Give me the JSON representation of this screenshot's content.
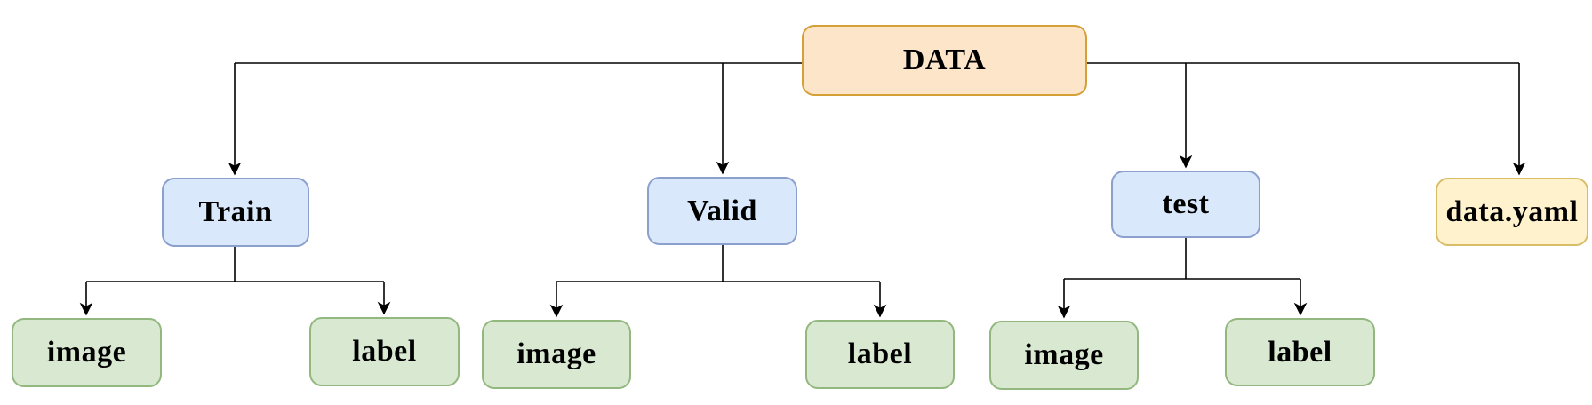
{
  "diagram": {
    "type": "tree",
    "tree": {
      "root": {
        "label": "DATA"
      },
      "children": [
        {
          "label": "Train",
          "children": [
            {
              "label": "image"
            },
            {
              "label": "label"
            }
          ]
        },
        {
          "label": "Valid",
          "children": [
            {
              "label": "image"
            },
            {
              "label": "label"
            }
          ]
        },
        {
          "label": "test",
          "children": [
            {
              "label": "image"
            },
            {
              "label": "label"
            }
          ]
        },
        {
          "label": "data.yaml",
          "children": []
        }
      ]
    }
  },
  "palette": {
    "orange_fill": "#FCE5C9",
    "orange_border": "#D5A036",
    "blue_fill": "#DAE8FC",
    "blue_border": "#8CA0CD",
    "green_fill": "#D9E8D1",
    "green_border": "#93B87F",
    "yellow_fill": "#FFF2CC",
    "yellow_border": "#D9BE6A",
    "line_color": "#000000",
    "text_color": "#000000"
  }
}
